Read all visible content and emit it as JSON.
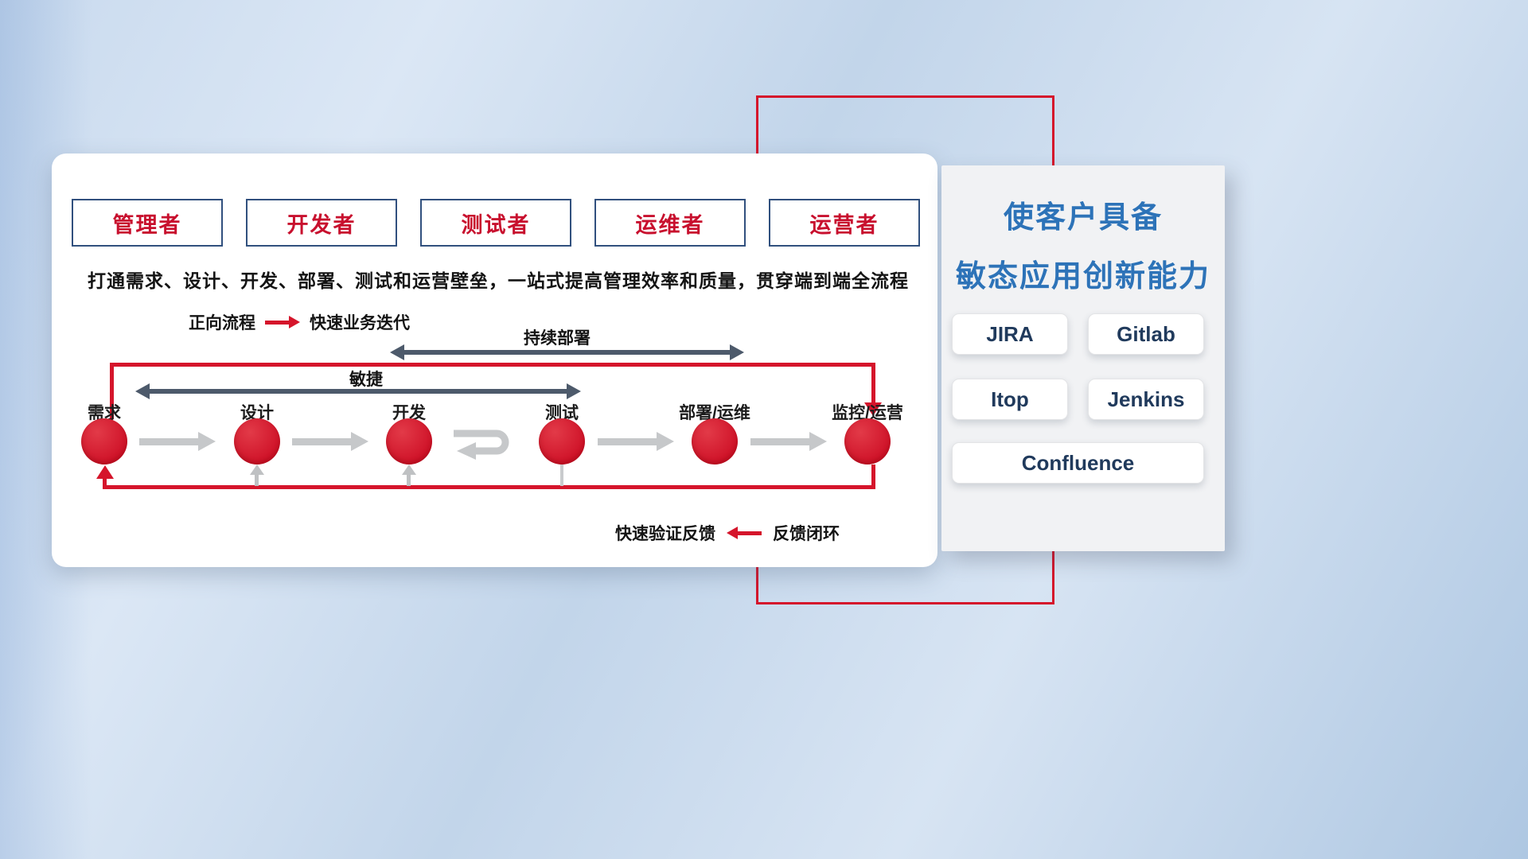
{
  "roles": [
    "管理者",
    "开发者",
    "测试者",
    "运维者",
    "运营者"
  ],
  "description": "打通需求、设计、开发、部署、测试和运营壁垒，一站式提高管理效率和质量，贯穿端到端全流程",
  "legend_forward": {
    "label": "正向流程",
    "value": "快速业务迭代"
  },
  "flow_labels": {
    "continuous_deployment": "持续部署",
    "agile": "敏捷"
  },
  "nodes": [
    "需求",
    "设计",
    "开发",
    "测试",
    "部署/运维",
    "监控/运营"
  ],
  "legend_feedback": {
    "label": "快速验证反馈",
    "value": "反馈闭环"
  },
  "panel": {
    "title_line1": "使客户具备",
    "title_line2": "敏态应用创新能力",
    "tools": [
      "JIRA",
      "Gitlab",
      "Itop",
      "Jenkins",
      "Confluence"
    ]
  },
  "colors": {
    "red": "#d5152b",
    "dark_arrow": "#4d5a6b",
    "gray_arrow": "#c6c8ca",
    "panel_title_blue": "#2d73b8",
    "tool_text": "#203a5c",
    "role_text": "#c8102e",
    "role_border": "#31507e"
  }
}
